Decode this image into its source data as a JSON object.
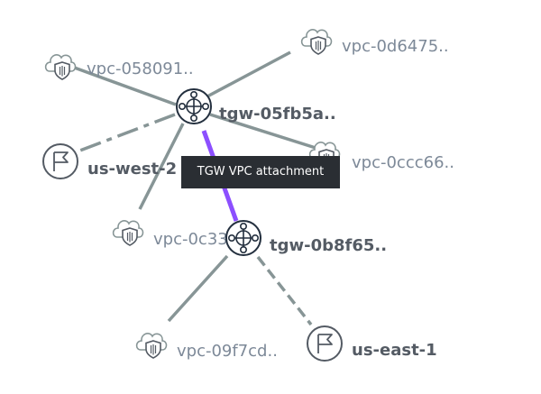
{
  "colors": {
    "edge": "#879596",
    "edge_selected": "#8c4fff",
    "icon_stroke": "#545b64",
    "cloud_stroke": "#879596",
    "label_muted": "#7d8998",
    "label_bold": "#545b64",
    "tooltip_bg": "#2a2e33"
  },
  "nodes": {
    "vpc_058091": {
      "label": "vpc-058091..",
      "kind": "vpc",
      "icon": "cloud-shield-icon"
    },
    "vpc_0d6475": {
      "label": "vpc-0d6475..",
      "kind": "vpc",
      "icon": "cloud-shield-icon"
    },
    "tgw_05fb5a": {
      "label": "tgw-05fb5a..",
      "kind": "transit-gateway",
      "icon": "transit-gateway-icon"
    },
    "vpc_0ccc66": {
      "label": "vpc-0ccc66..",
      "kind": "vpc",
      "icon": "cloud-shield-icon"
    },
    "us_west_2": {
      "label": "us-west-2",
      "kind": "region",
      "icon": "region-flag-icon"
    },
    "vpc_0c3399": {
      "label": "vpc-0c33..",
      "kind": "vpc",
      "icon": "cloud-shield-icon"
    },
    "tgw_0b8f65": {
      "label": "tgw-0b8f65..",
      "kind": "transit-gateway",
      "icon": "transit-gateway-icon"
    },
    "vpc_09f7cd": {
      "label": "vpc-09f7cd..",
      "kind": "vpc",
      "icon": "cloud-shield-icon"
    },
    "us_east_1": {
      "label": "us-east-1",
      "kind": "region",
      "icon": "region-flag-icon"
    }
  },
  "edges": [
    {
      "from": "tgw_05fb5a",
      "to": "vpc_058091",
      "style": "solid"
    },
    {
      "from": "tgw_05fb5a",
      "to": "vpc_0d6475",
      "style": "solid"
    },
    {
      "from": "tgw_05fb5a",
      "to": "vpc_0ccc66",
      "style": "solid"
    },
    {
      "from": "tgw_05fb5a",
      "to": "vpc_0c3399",
      "style": "solid"
    },
    {
      "from": "tgw_05fb5a",
      "to": "us_west_2",
      "style": "dashed"
    },
    {
      "from": "tgw_05fb5a",
      "to": "tgw_0b8f65",
      "style": "selected"
    },
    {
      "from": "tgw_0b8f65",
      "to": "vpc_09f7cd",
      "style": "solid"
    },
    {
      "from": "tgw_0b8f65",
      "to": "us_east_1",
      "style": "dashed"
    }
  ],
  "tooltip": {
    "text": "TGW VPC attachment"
  }
}
